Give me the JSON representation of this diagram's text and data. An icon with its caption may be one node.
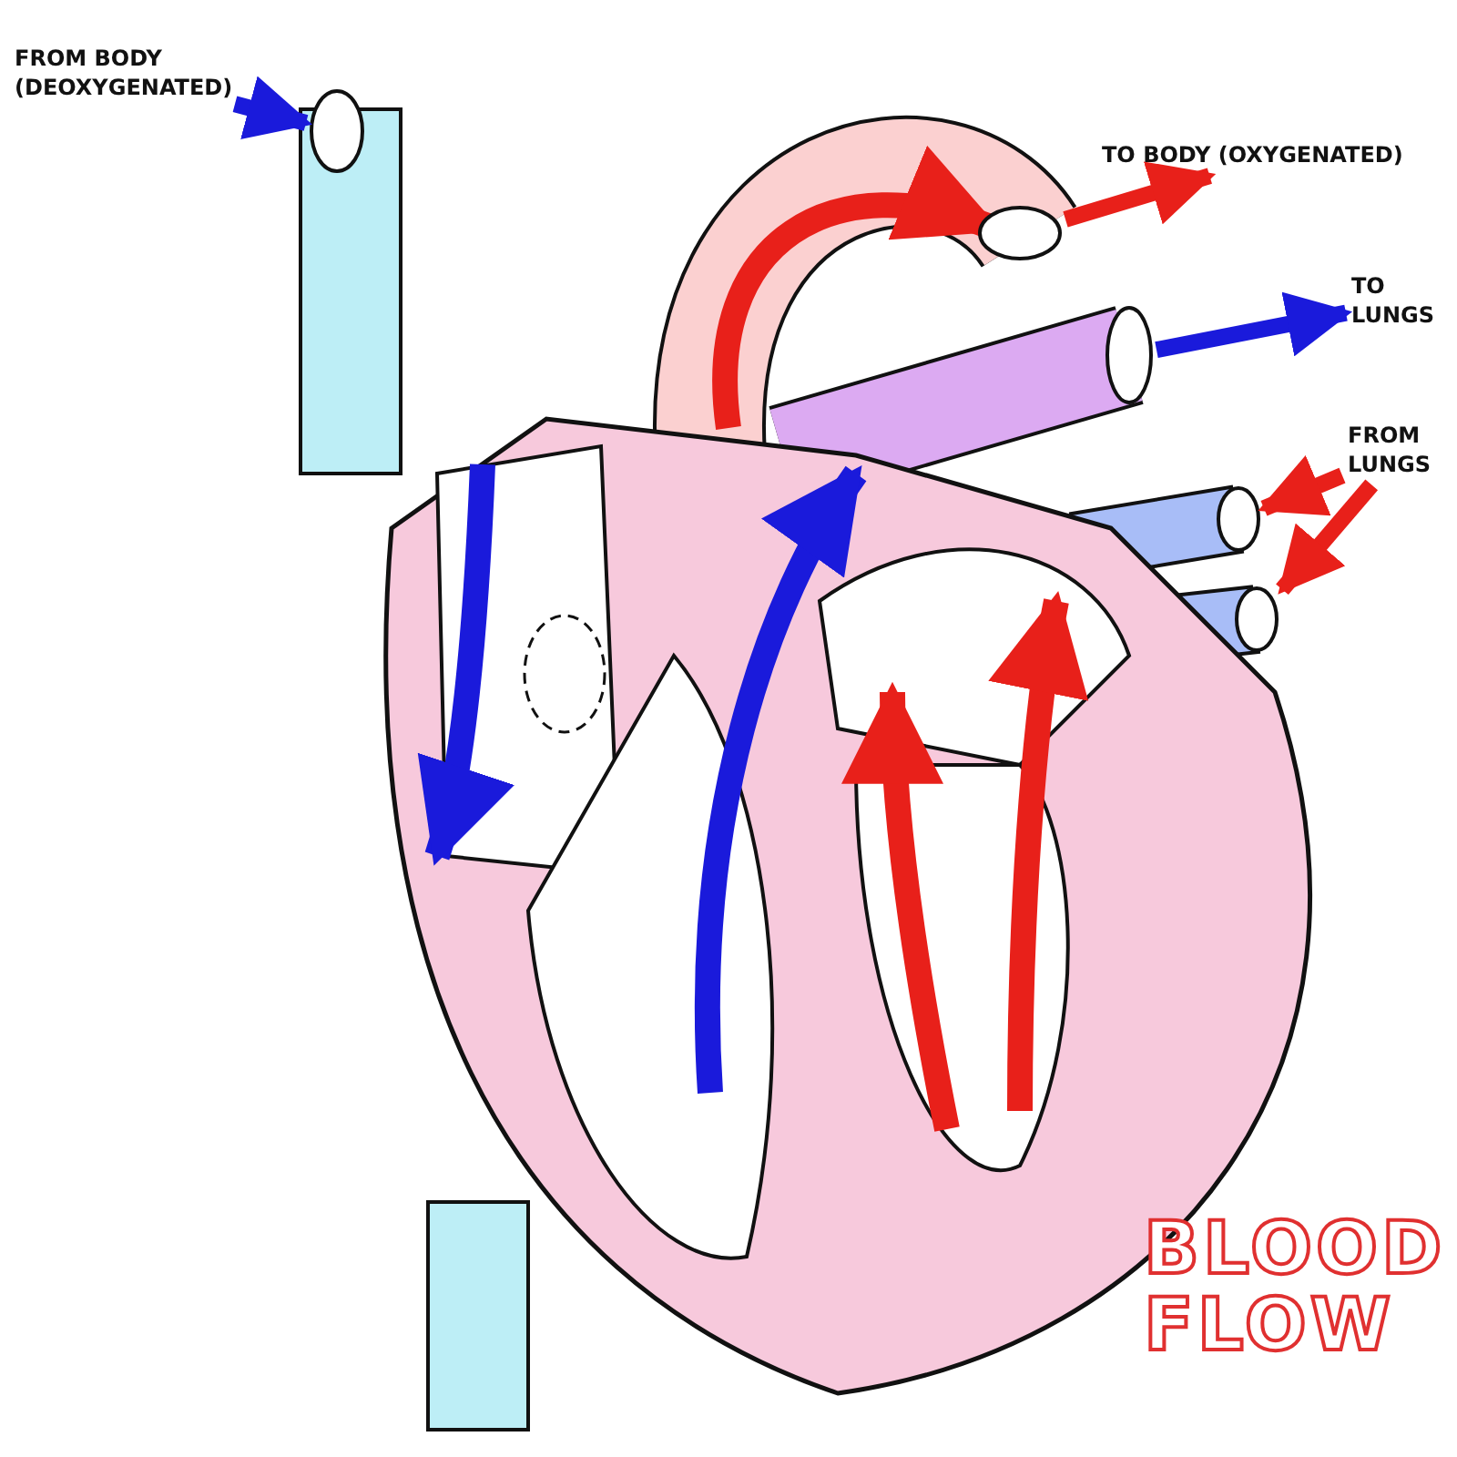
{
  "diagram": {
    "title": "BLOOD FLOW",
    "nodes": [
      {
        "text": [
          "FROM BODY (DEOXYGENATED)"
        ]
      },
      {
        "text": [],
        "shape": "circle"
      },
      {
        "text": [
          "TO BODY (OXYGENATED)"
        ]
      },
      {
        "text": [],
        "shape": "circle"
      },
      {
        "text": [
          "TO LUNGS"
        ]
      },
      {
        "text": [],
        "shape": "circle"
      },
      {
        "text": [
          "FROM LUNGS"
        ]
      },
      {
        "text": [],
        "shape": "circle"
      },
      {
        "text": [],
        "shape": "circle"
      }
    ],
    "edges": [
      {
        "from": 0,
        "to": 1,
        "arrow": "to",
        "color": "#1a1adb"
      },
      {
        "from": 3,
        "to": 2,
        "arrow": "to",
        "color": "#e8201a"
      },
      {
        "from": 5,
        "to": 4,
        "arrow": "to",
        "color": "#1a1adb"
      },
      {
        "from": 6,
        "to": 7,
        "arrow": "to",
        "color": "#e8201a"
      },
      {
        "from": 6,
        "to": 8,
        "arrow": "to",
        "color": "#e8201a"
      }
    ]
  }
}
